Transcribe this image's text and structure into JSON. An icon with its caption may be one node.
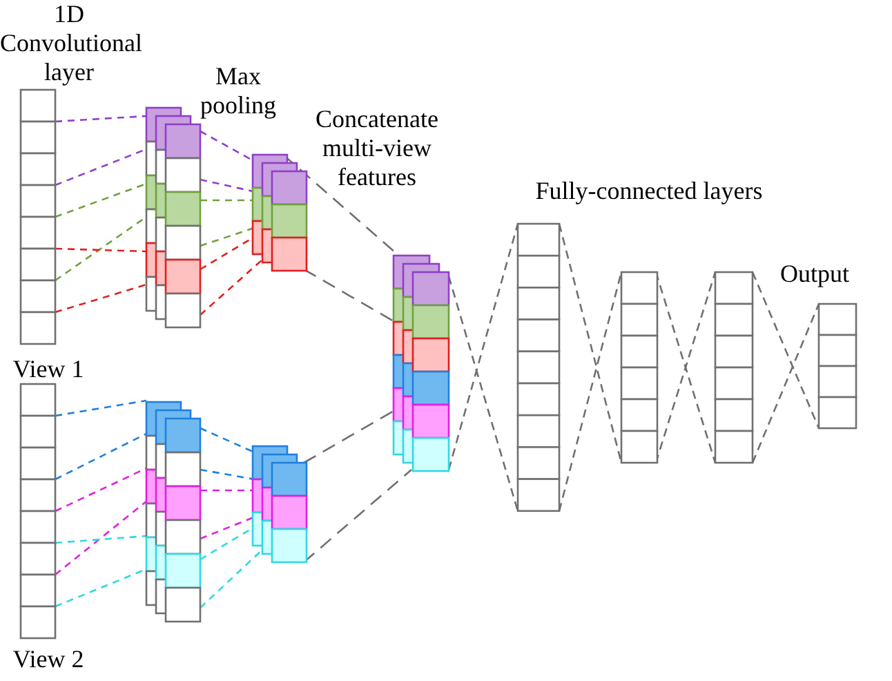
{
  "diagram": {
    "labels": [
      "1D Convolutional layer",
      "Max pooling",
      "Concatenate multi-view features",
      "Fully-connected layers",
      "Output",
      "View 1",
      "View 2"
    ]
  }
}
